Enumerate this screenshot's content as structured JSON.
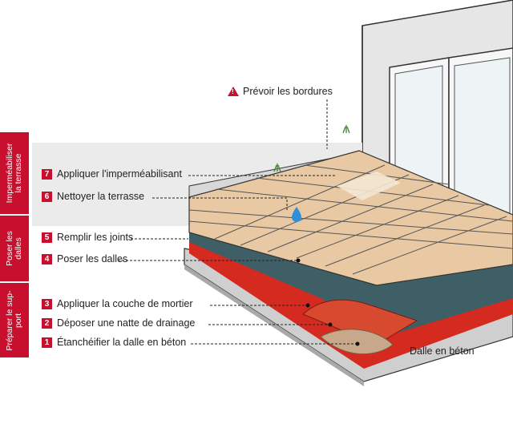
{
  "groups": [
    {
      "label": "Imperméabiliser\nla terrasse"
    },
    {
      "label": "Poser les\ndalles"
    },
    {
      "label": "Préparer le sup-\nport"
    }
  ],
  "steps": [
    {
      "num": "7",
      "label": "Appliquer l'imperméabilisant"
    },
    {
      "num": "6",
      "label": "Nettoyer la terrasse"
    },
    {
      "num": "5",
      "label": "Remplir les joints"
    },
    {
      "num": "4",
      "label": "Poser les dalles"
    },
    {
      "num": "3",
      "label": "Appliquer la couche de mortier"
    },
    {
      "num": "2",
      "label": "Déposer une natte de drainage"
    },
    {
      "num": "1",
      "label": "Étanchéifier la dalle en béton"
    }
  ],
  "warning": {
    "label": "Prévoir les bordures",
    "icon": "warning-icon"
  },
  "callout": {
    "label": "Dalle en béton"
  },
  "colors": {
    "accent": "#c8102e",
    "tile": "#e8c9a4",
    "mortar": "#3f5f66",
    "wall": "#e4e4e4"
  }
}
